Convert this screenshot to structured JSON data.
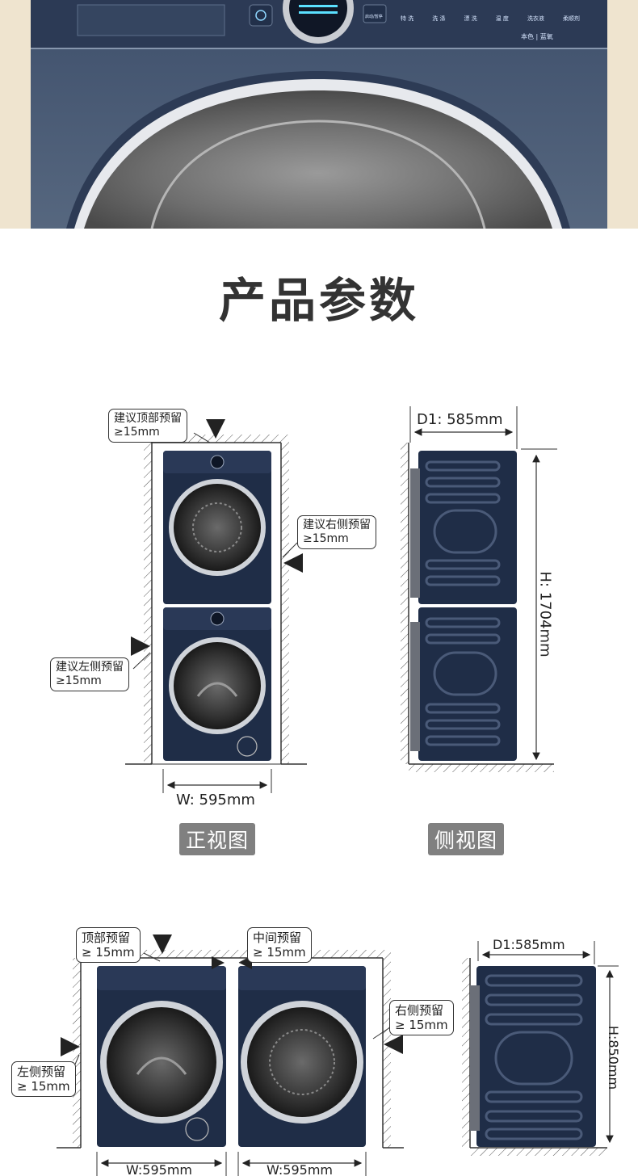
{
  "hero": {
    "panel_buttons": [
      "特 洗",
      "洗 涤",
      "漂 洗",
      "温 度",
      "洗衣液",
      "柔顺剂"
    ],
    "panel_sub": "本色 | 蓝氧",
    "play_label": "启动/暂停"
  },
  "title": "产品参数",
  "stack": {
    "top_note": [
      "建议顶部预留",
      "≥15mm"
    ],
    "right_note": [
      "建议右侧预留",
      "≥15mm"
    ],
    "left_note": [
      "建议左侧预留",
      "≥15mm"
    ],
    "width_label": "W: 595mm",
    "depth_label": "D1: 585mm",
    "height_label": "H: 1704mm",
    "front_badge": "正视图",
    "side_badge": "侧视图"
  },
  "pair": {
    "top_note": [
      "顶部预留",
      "≥ 15mm"
    ],
    "middle_note": [
      "中间预留",
      "≥ 15mm"
    ],
    "right_note": [
      "右侧预留",
      "≥ 15mm"
    ],
    "left_note": [
      "左侧预留",
      "≥ 15mm"
    ],
    "width_label_1": "W:595mm",
    "width_label_2": "W:595mm",
    "depth_label": "D1:585mm",
    "height_label": "H:850mm"
  },
  "colors": {
    "machine_body": "#1f2d47",
    "machine_panel": "#2a3957",
    "accent_text": "#333333",
    "badge": "#808080",
    "hero_bg": "#f1e8d5"
  }
}
